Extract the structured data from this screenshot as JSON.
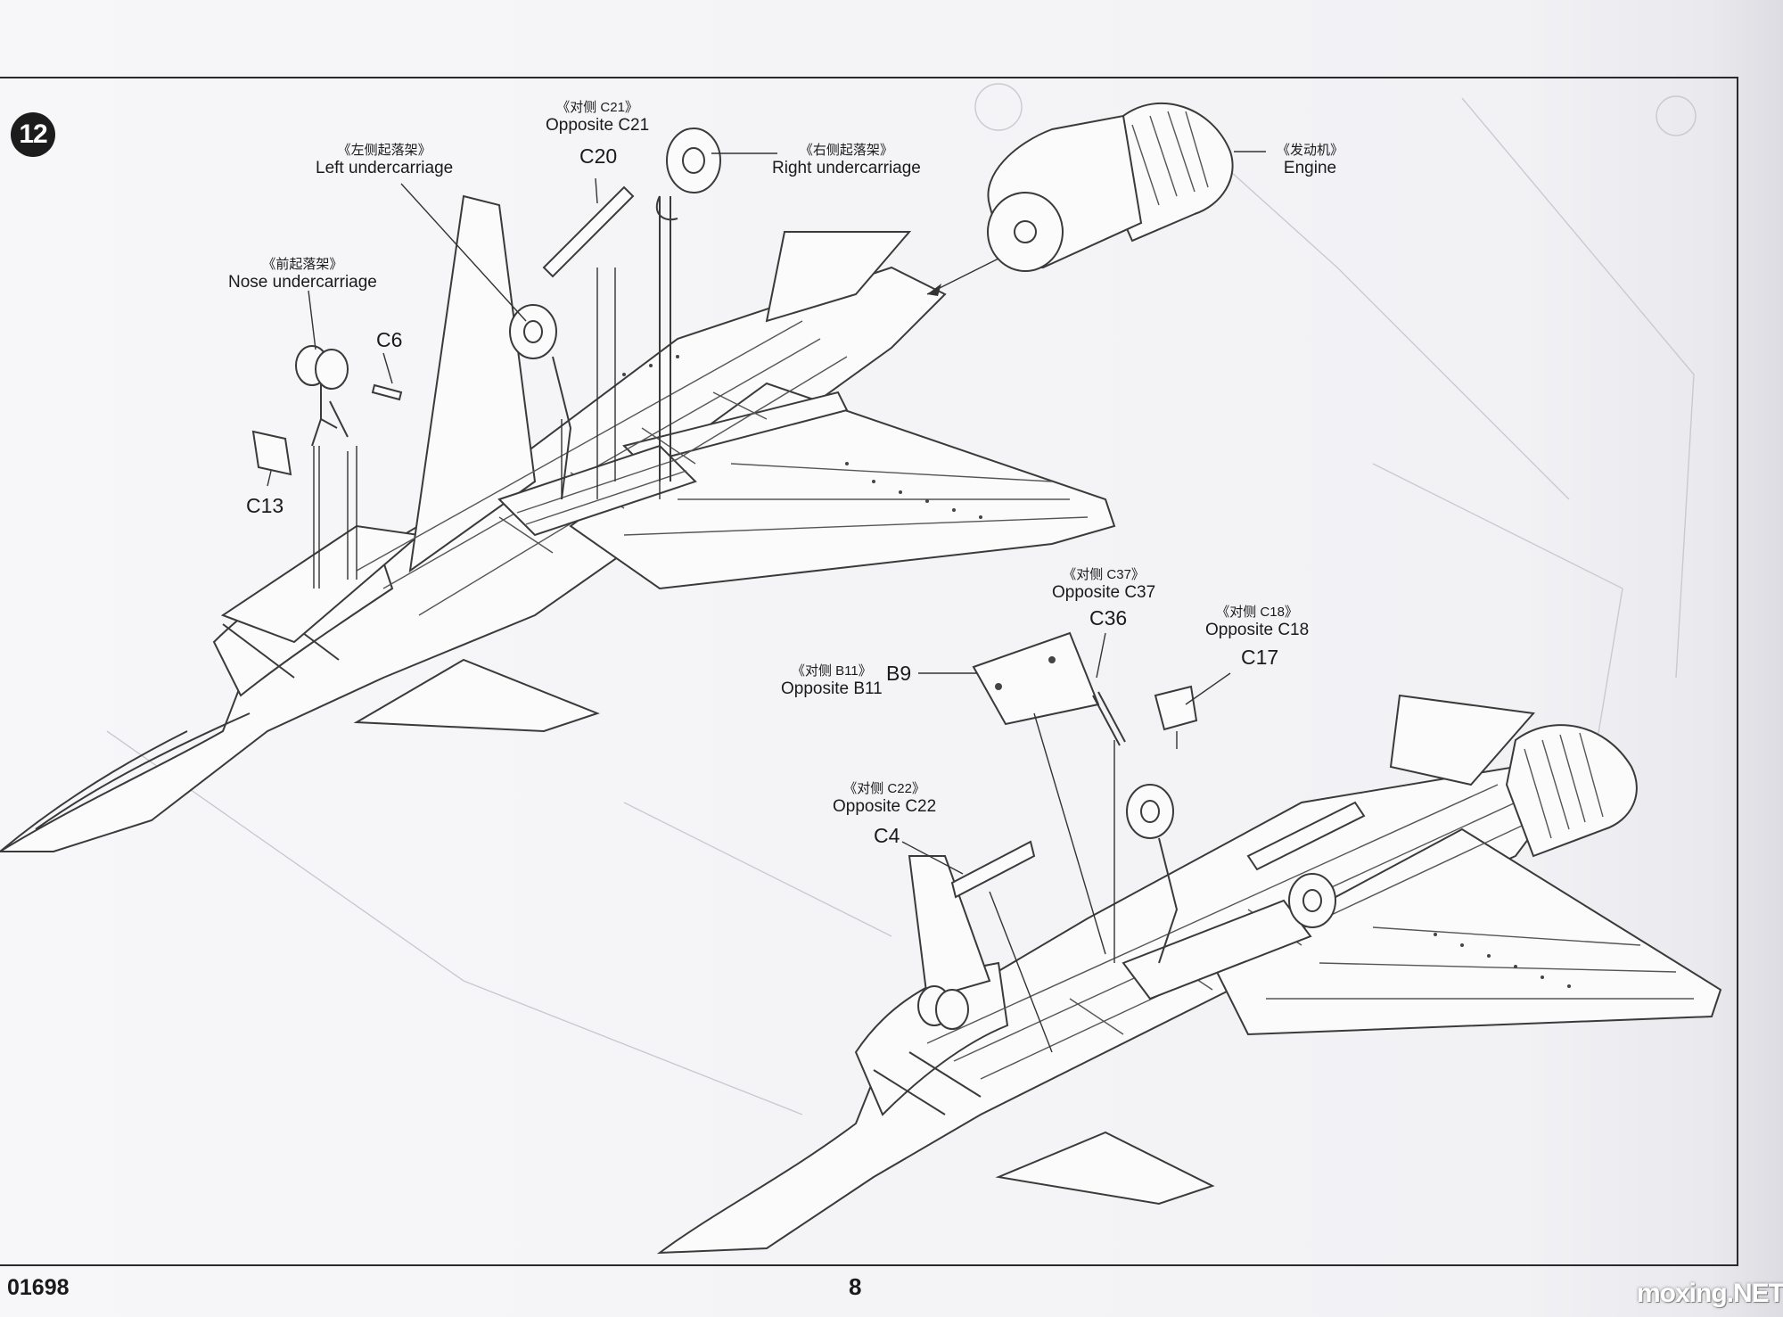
{
  "step": "12",
  "labels": {
    "opposite_c21": {
      "cn": "《对侧 C21》",
      "en": "Opposite C21"
    },
    "left_undercarriage": {
      "cn": "《左侧起落架》",
      "en": "Left undercarriage"
    },
    "right_undercarriage": {
      "cn": "《右侧起落架》",
      "en": "Right undercarriage"
    },
    "nose_undercarriage": {
      "cn": "《前起落架》",
      "en": "Nose undercarriage"
    },
    "engine": {
      "cn": "《发动机》",
      "en": "Engine"
    },
    "opposite_c37": {
      "cn": "《对侧 C37》",
      "en": "Opposite C37"
    },
    "opposite_c18": {
      "cn": "《对侧 C18》",
      "en": "Opposite C18"
    },
    "opposite_b11": {
      "cn": "《对侧 B11》",
      "en": "Opposite B11"
    },
    "opposite_c22": {
      "cn": "《对侧 C22》",
      "en": "Opposite C22"
    }
  },
  "parts": {
    "c20": "C20",
    "c6": "C6",
    "c13": "C13",
    "c36": "C36",
    "c17": "C17",
    "b9": "B9",
    "c4": "C4"
  },
  "footer": {
    "kit_number": "01698",
    "page_number": "8",
    "watermark": "moxing.NET"
  }
}
